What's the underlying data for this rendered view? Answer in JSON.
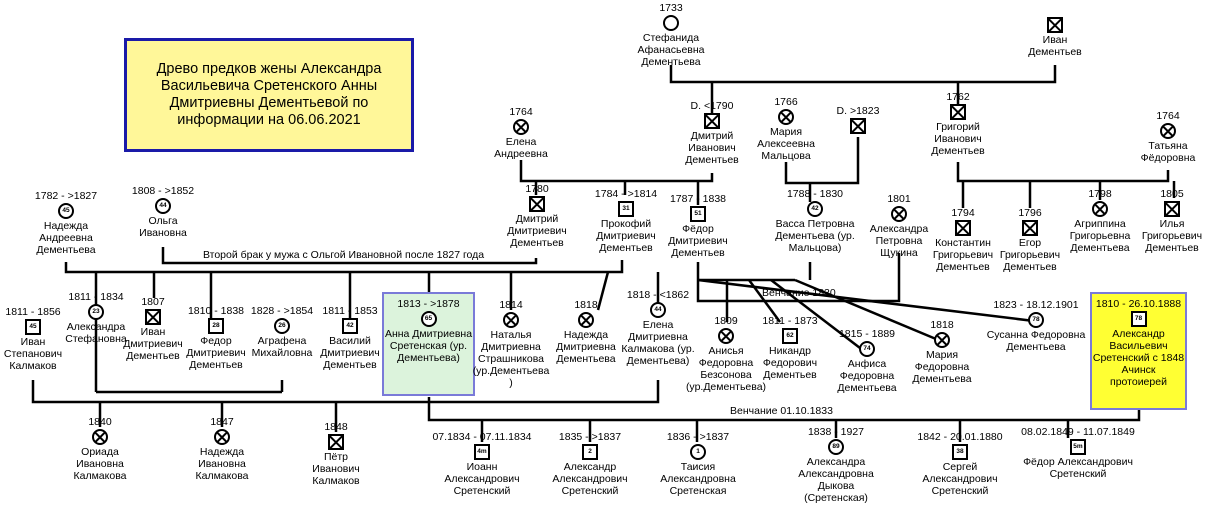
{
  "title": "Древо предков  жены Александра Васильевича Сретенского  Анны Дмитриевны Дементьевой по информации на 06.06.2021",
  "notes": {
    "second_marriage": "Второй брак у мужа с Ольгой Ивановной после 1827 года",
    "wedding_1830": "Венчание 1830",
    "wedding_1833": "Венчание 01.10.1833"
  },
  "people": {
    "stefanida": {
      "date": "1733",
      "name": "Стефанида Афанасьевна Дементьева"
    },
    "ivan_d": {
      "date": "",
      "name": "Иван Дементьев"
    },
    "dmitry_iv": {
      "date": "D. <1790",
      "name": "Дмитрий Иванович Дементьев"
    },
    "maria_al": {
      "date": "1766",
      "name": "Мария Алексеевна Мальцова"
    },
    "d1823": {
      "date": "D. >1823",
      "name": ""
    },
    "grigory_iv": {
      "date": "1762",
      "name": "Григорий Иванович Дементьев"
    },
    "tatiana_f": {
      "date": "1764",
      "name": "Татьяна Фёдоровна"
    },
    "elena_andr": {
      "date": "1764",
      "name": "Елена Андреевна"
    },
    "nadezhda_a": {
      "date": "1782 - >1827",
      "name": "Надежда Андреевна Дементьева",
      "num": "45"
    },
    "olga_iv": {
      "date": "1808 - >1852",
      "name": "Ольга Ивановна",
      "num": "44"
    },
    "dmitry_dm": {
      "date": "1780",
      "name": "Дмитрий Дмитриевич Дементьев"
    },
    "prokofy": {
      "date": "1784 - >1814",
      "name": "Прокофий Дмитриевич Дементьев",
      "num": "31"
    },
    "fedor_dm": {
      "date": "1787 - 1838",
      "name": "Фёдор Дмитриевич Дементьев",
      "num": "51"
    },
    "vassa": {
      "date": "1788 - 1830",
      "name": "Васса Петровна Дементьева (ур. Мальцова)",
      "num": "42"
    },
    "alex_petr": {
      "date": "1801",
      "name": "Александра Петровна Щукина"
    },
    "konstantin": {
      "date": "1794",
      "name": "Константин Григорьевич Дементьев"
    },
    "egor": {
      "date": "1796",
      "name": "Егор Григорьевич Дементьев"
    },
    "agrippina": {
      "date": "1798",
      "name": "Агриппина Григорьевна Дементьева"
    },
    "ilya": {
      "date": "1805",
      "name": "Илья Григорьевич Дементьев"
    },
    "ivan_kal": {
      "date": "1811 - 1856",
      "name": "Иван Степанович Калмаков",
      "num": "45"
    },
    "alex_stef": {
      "date": "1811 - 1834",
      "name": "Александра Стефановна",
      "num": "23"
    },
    "ivan_dm": {
      "date": "1807",
      "name": "Иван Дмитриевич Дементьев"
    },
    "fedor_dm2": {
      "date": "1810 - 1838",
      "name": "Федор Дмитриевич Дементьев",
      "num": "28"
    },
    "agrafena": {
      "date": "1828 - >1854",
      "name": "Аграфена Михайловна",
      "num": "26"
    },
    "vasily": {
      "date": "1811 - 1853",
      "name": "Василий Дмитриевич Дементьев",
      "num": "42"
    },
    "anna": {
      "date": "1813 - >1878",
      "name": "Анна Дмитриевна Сретенская (ур. Дементьева)",
      "num": "65"
    },
    "natalia": {
      "date": "1814",
      "name": "Наталья Дмитриевна Страшникова (ур.Дементьева )"
    },
    "nadezhda_dm": {
      "date": "1818",
      "name": "Надежда Дмитриевна Дементьева"
    },
    "elena_kal": {
      "date": "1818 - <1862",
      "name": "Елена Дмитриевна Калмакова (ур. Дементьева)",
      "num": "44"
    },
    "anisia": {
      "date": "1809",
      "name": "Анисья Федоровна Безсонова (ур.Дементьева)"
    },
    "nikandr": {
      "date": "1811 - 1873",
      "name": "Никандр Федорович Дементьев",
      "num": "62"
    },
    "anfisa": {
      "date": "1815 - 1889",
      "name": "Анфиса Федоровна Дементьева",
      "num": "74"
    },
    "maria_f": {
      "date": "1818",
      "name": "Мария Федоровна Дементьева"
    },
    "susanna": {
      "date": "1823 - 18.12.1901",
      "name": "Сусанна Федоровна Дементьева",
      "num": "78"
    },
    "alex_sret": {
      "date": "1810 - 26.10.1888",
      "name": "Александр Васильевич Сретенский с 1848 Ачинск протоиерей",
      "num": "78"
    },
    "oriada": {
      "date": "1840",
      "name": "Ориада Ивановна Калмакова"
    },
    "nadezhda_kal": {
      "date": "1847",
      "name": "Надежда Ивановна Калмакова"
    },
    "petr_kal": {
      "date": "1848",
      "name": "Пётр Иванович Калмаков"
    },
    "ioann": {
      "date": "07.1834 - 07.11.1834",
      "name": "Иоанн Александрович Сретенский",
      "num": "4m"
    },
    "alexandr_al": {
      "date": "1835 - >1837",
      "name": "Александр Александрович Сретенский",
      "num": "2"
    },
    "taisia": {
      "date": "1836 - >1837",
      "name": "Таисия Александровна Сретенская",
      "num": "1"
    },
    "alexandra_al": {
      "date": "1838 - 1927",
      "name": "Александра Александровна Дыкова (Сретенская)",
      "num": "89"
    },
    "sergey": {
      "date": "1842 - 20.01.1880",
      "name": "Сергей Александрович Сретенский",
      "num": "38"
    },
    "fedor_al": {
      "date": "08.02.1849 - 11.07.1849",
      "name": "Фёдор Александрович Сретенский",
      "num": "5m"
    }
  }
}
